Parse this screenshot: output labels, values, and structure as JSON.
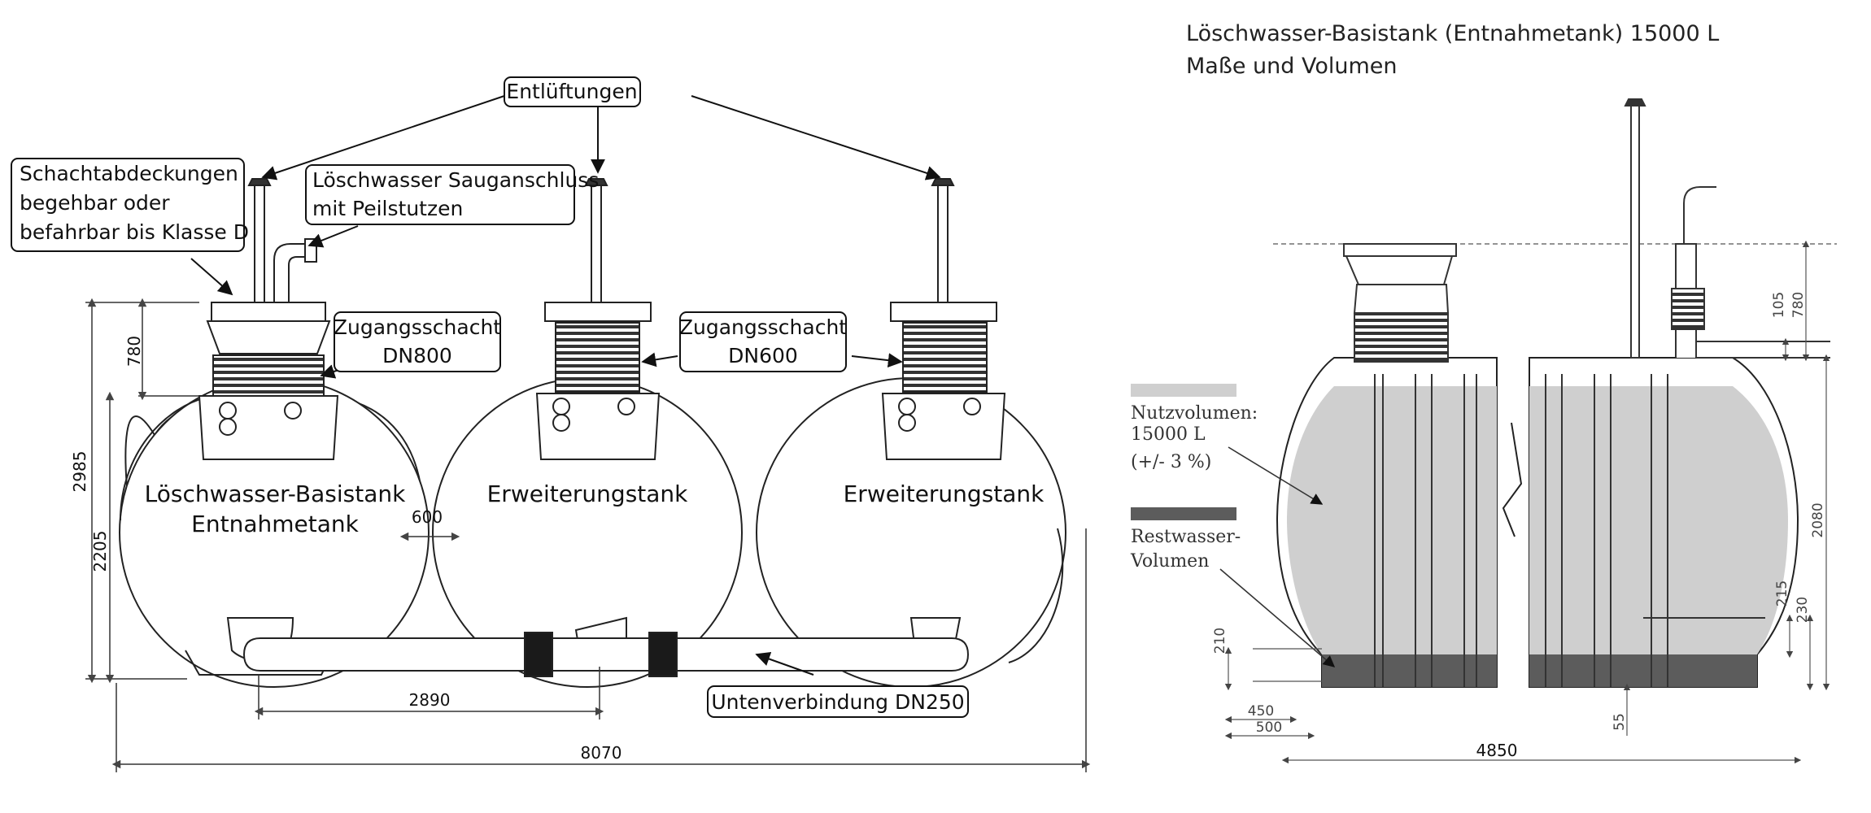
{
  "title": {
    "line1": "Löschwasser-Basistank (Entnahmetank)  15000 L",
    "line2": "Maße und Volumen"
  },
  "callouts": {
    "vents": "Entlüftungen",
    "covers_1": "Schachtabdeckungen",
    "covers_2": "begehbar oder",
    "covers_3": "befahrbar bis Klasse D",
    "suction_1": "Löschwasser Sauganschluss",
    "suction_2": "mit Peilstutzen",
    "shaft800_1": "Zugangsschacht",
    "shaft800_2": "DN800",
    "shaft600_1": "Zugangsschacht",
    "shaft600_2": "DN600",
    "bottom_conn": "Untenverbindung DN250"
  },
  "tanks": {
    "basis_1": "Löschwasser-Basistank",
    "basis_2": "Entnahmetank",
    "ext_a": "Erweiterungstank",
    "ext_b": "Erweiterungstank"
  },
  "dims_left": {
    "d780": "780",
    "d2985": "2985",
    "d2205": "2205",
    "d600": "600",
    "d2890": "2890",
    "d8070": "8070"
  },
  "legend": {
    "useful_1": "Nutzvolumen:",
    "useful_2": "15000 L",
    "useful_3": "(+/- 3 %)",
    "rest_1": "Restwasser-",
    "rest_2": "Volumen",
    "useful_color": "#cfcfcf",
    "rest_color": "#5c5c5c"
  },
  "dims_right": {
    "d105": "105",
    "d780": "780",
    "d2080": "2080",
    "d215": "215",
    "d230": "230",
    "d210": "210",
    "d450": "450",
    "d500": "500",
    "d55": "55",
    "d4850": "4850"
  }
}
